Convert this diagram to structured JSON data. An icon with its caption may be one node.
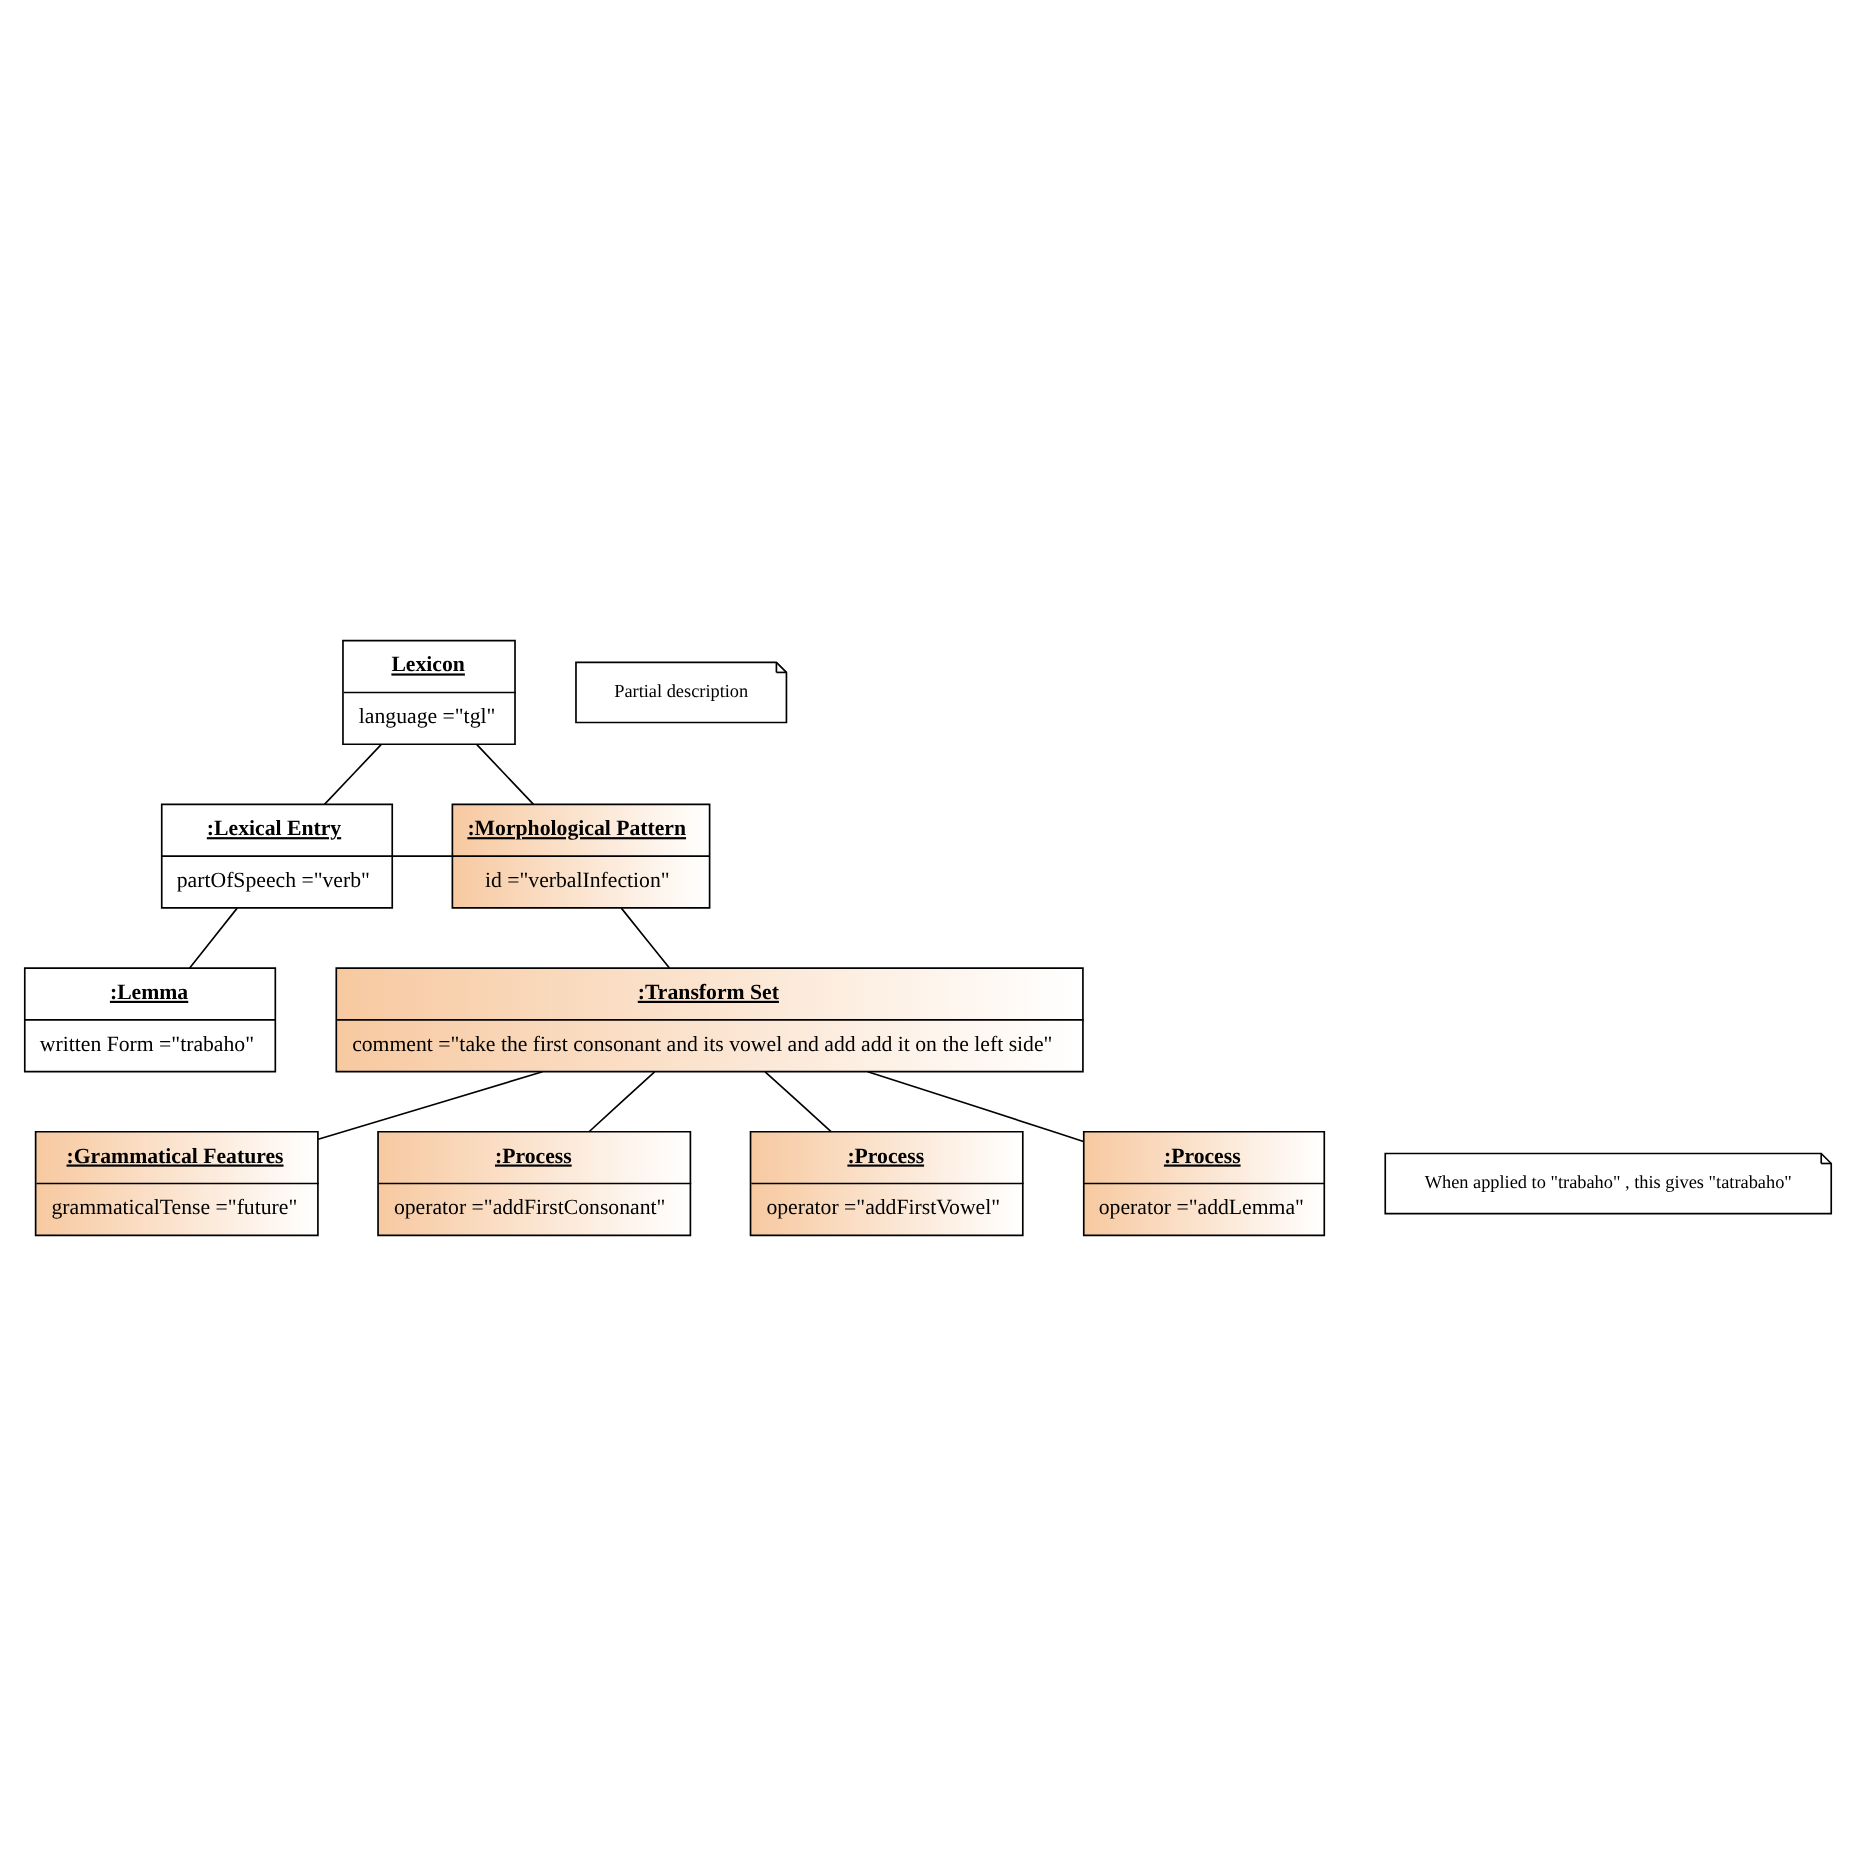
{
  "diagram": {
    "nodes": [
      {
        "text": [
          "Lexicon",
          "language =\"tgl\""
        ]
      },
      {
        "text": [
          ":Lexical Entry",
          "partOfSpeech =\"verb\""
        ]
      },
      {
        "text": [
          ":Morphological Pattern",
          "id =\"verbalInfection\""
        ]
      },
      {
        "text": [
          "Partial description"
        ]
      },
      {
        "text": [
          ":Lemma",
          "written Form =\"trabaho\""
        ]
      },
      {
        "text": [
          ":Transform Set",
          "comment =\"take the first consonant and its vowel and add add it on the left side\""
        ]
      },
      {
        "text": [
          ":Grammatical Features",
          "grammaticalTense =\"future\""
        ]
      },
      {
        "text": [
          ":Process",
          "operator =\"addFirstConsonant\""
        ]
      },
      {
        "text": [
          ":Process",
          "operator =\"addFirstVowel\""
        ]
      },
      {
        "text": [
          "When applied to \"trabaho\" , this gives \"tatrabaho\""
        ]
      },
      {
        "text": [
          ":Process",
          "operator =\"addLemma\""
        ]
      }
    ],
    "edges": [
      {
        "from": 0,
        "to": 1,
        "arrow": "none"
      },
      {
        "from": 0,
        "to": 2,
        "arrow": "none"
      },
      {
        "from": 1,
        "to": 2,
        "arrow": "none"
      },
      {
        "from": 1,
        "to": 4,
        "arrow": "none"
      },
      {
        "from": 2,
        "to": 5,
        "arrow": "none"
      },
      {
        "from": 5,
        "to": 6,
        "arrow": "none"
      },
      {
        "from": 5,
        "to": 7,
        "arrow": "none"
      },
      {
        "from": 5,
        "to": 8,
        "arrow": "none"
      },
      {
        "from": 5,
        "to": 10,
        "arrow": "none"
      }
    ]
  }
}
